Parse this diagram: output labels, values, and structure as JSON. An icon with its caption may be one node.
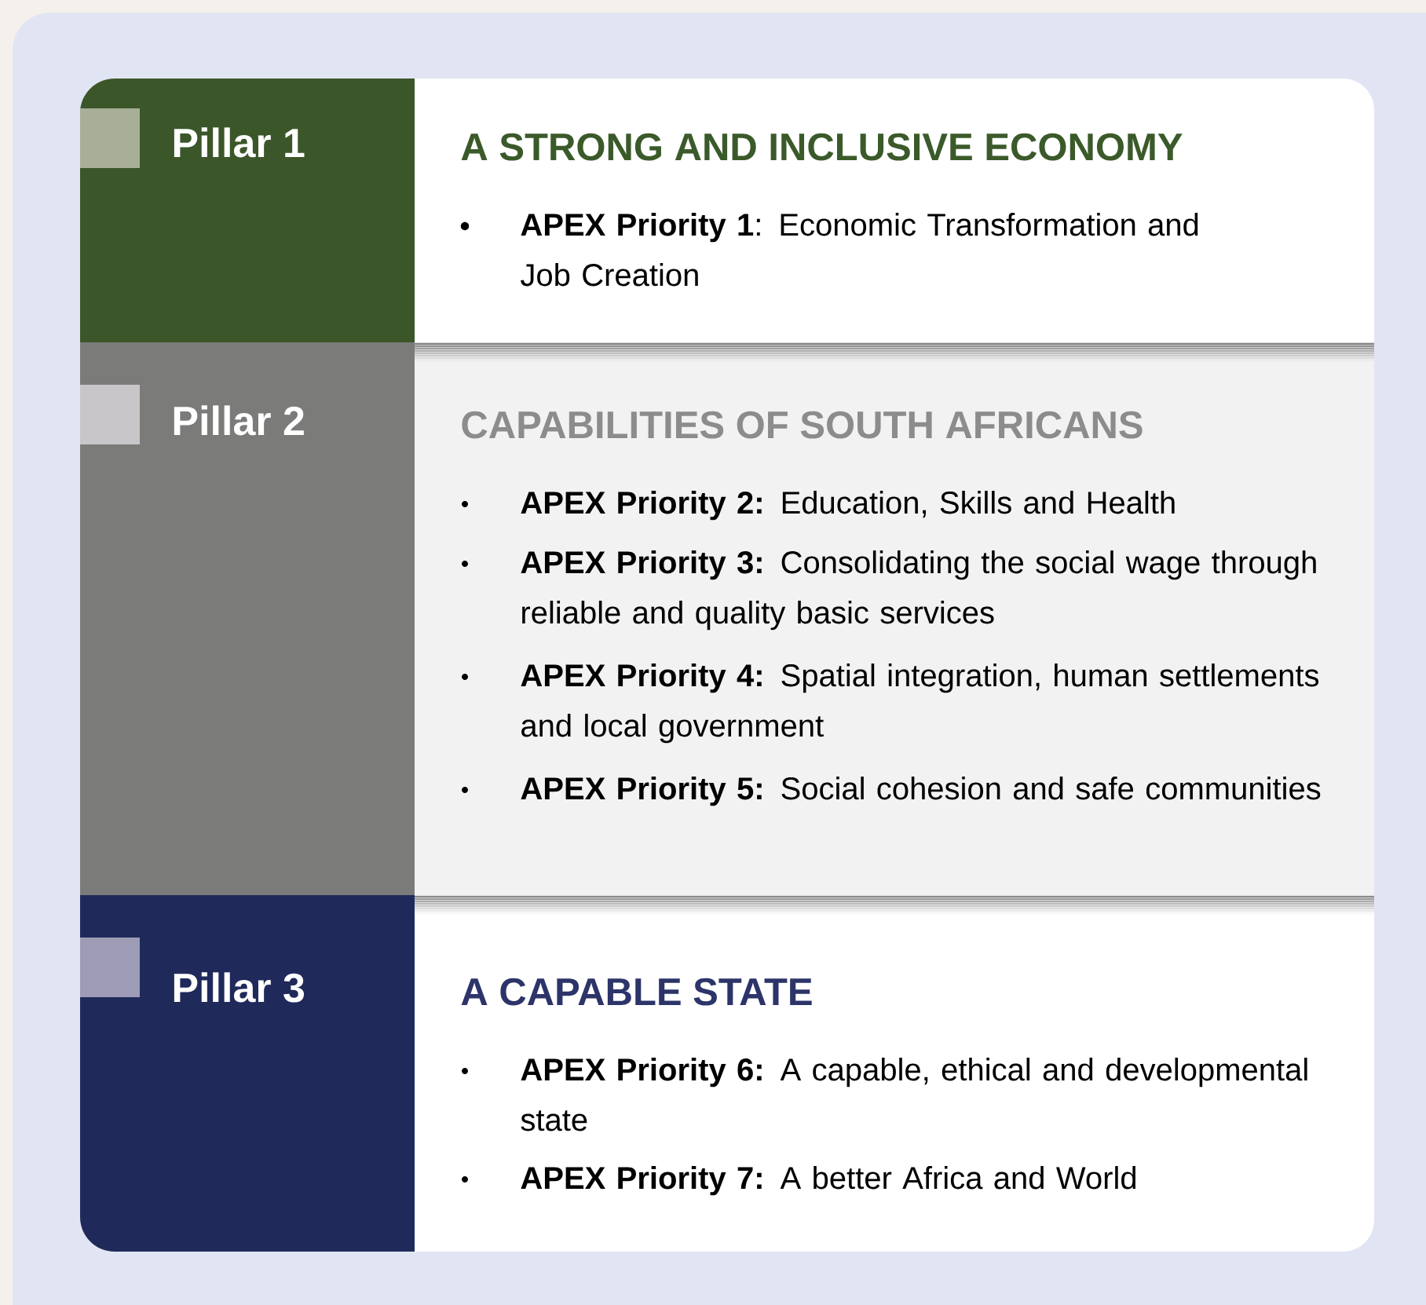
{
  "diagram": {
    "nodes": [
      {
        "text": [
          "Pillar 1"
        ]
      },
      {
        "text": [
          "A STRONG AND INCLUSIVE ECONOMY",
          "**APEX Priority 1**: Economic Transformation and Job Creation"
        ]
      },
      {
        "text": [
          "Pillar 2"
        ]
      },
      {
        "text": [
          "CAPABILITIES OF SOUTH AFRICANS",
          "**APEX Priority 2:** Education, Skills and Health",
          "**APEX Priority 3:** Consolidating the social wage through reliable and quality basic services",
          "**APEX Priority 4:** Spatial integration, human settlements and local government",
          "**APEX Priority 5:** Social cohesion and safe communities"
        ]
      },
      {
        "text": [
          "Pillar 3"
        ]
      },
      {
        "text": [
          "A CAPABLE STATE",
          "**APEX Priority 6:** A capable, ethical and developmental state",
          "**APEX Priority 7:** A better Africa and World"
        ]
      }
    ]
  }
}
